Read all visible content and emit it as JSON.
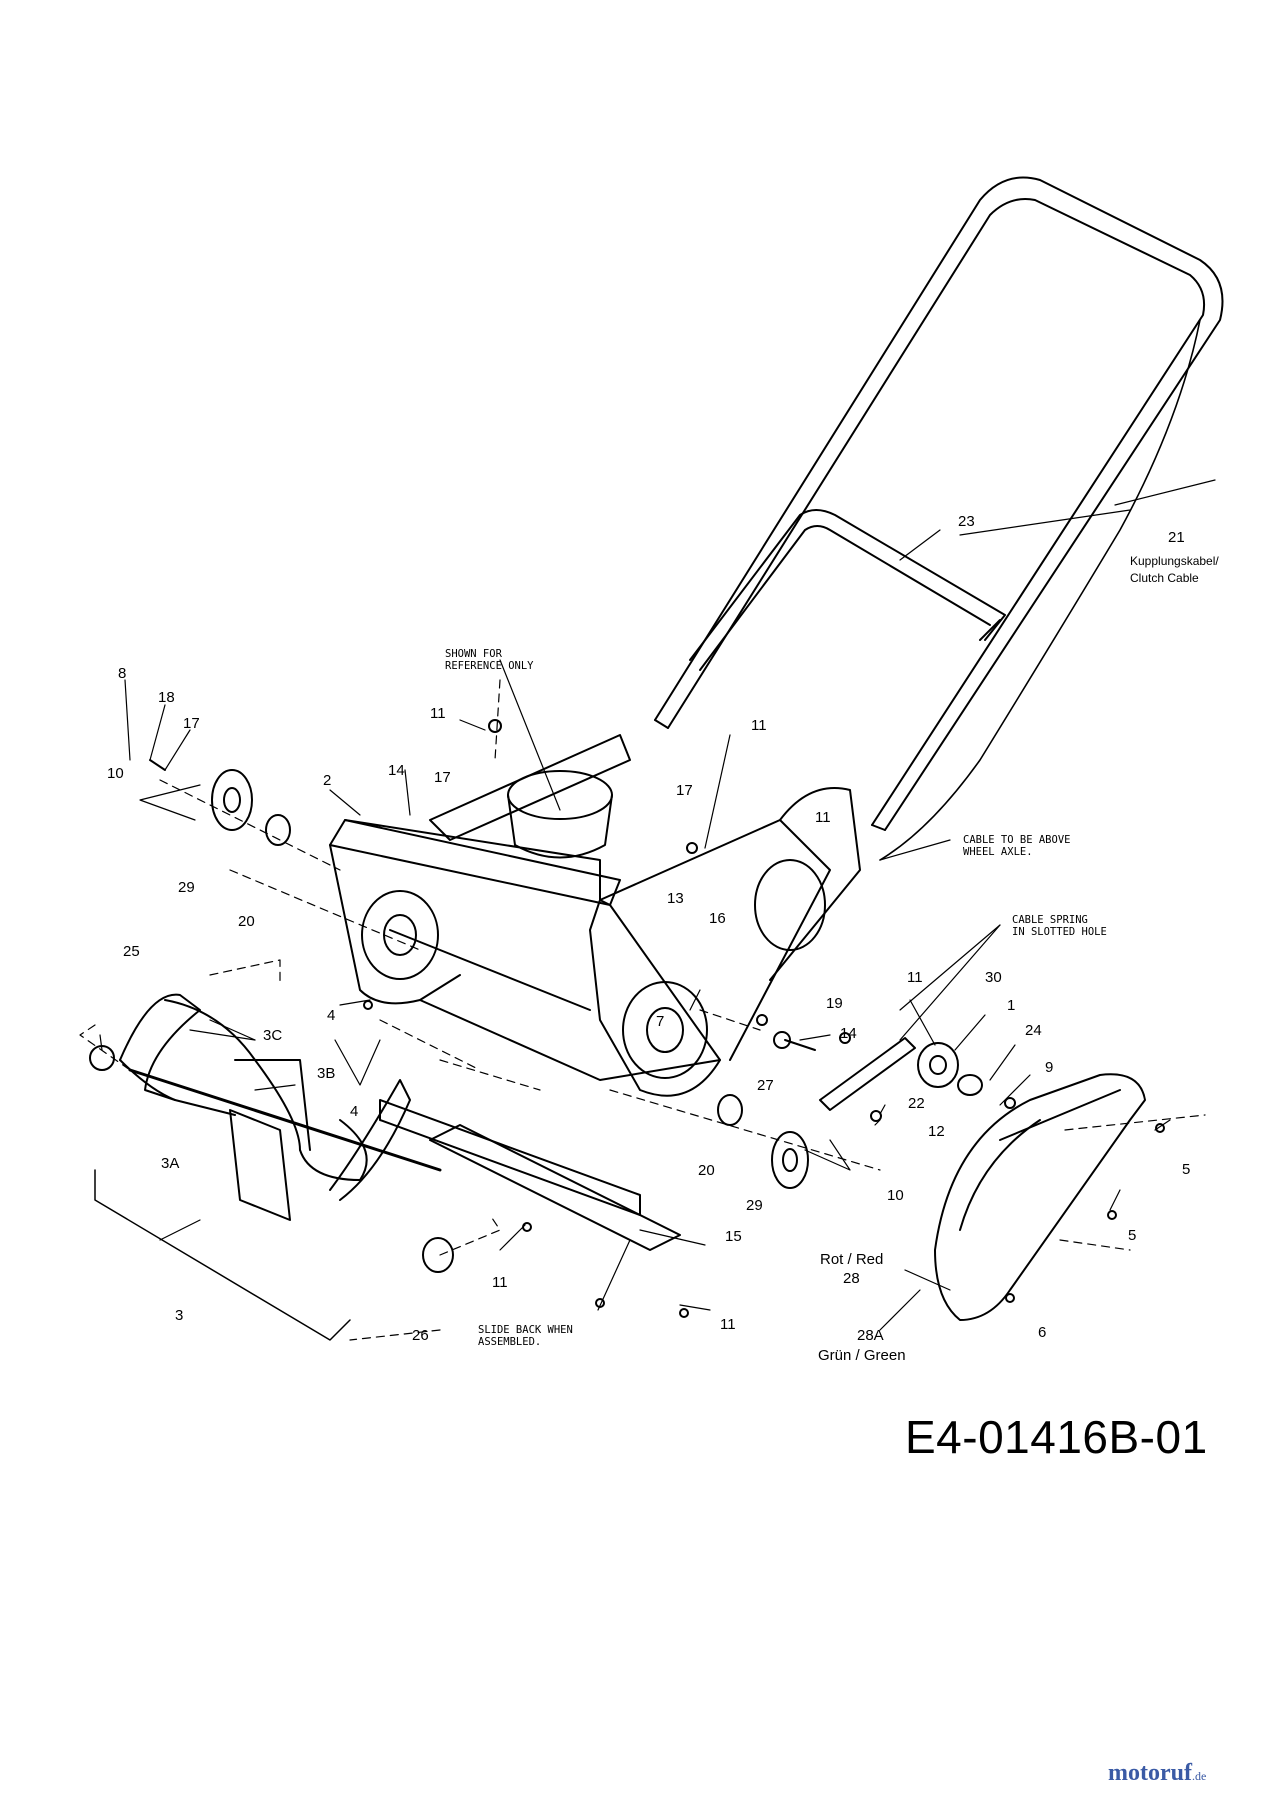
{
  "diagram": {
    "part_number": "E4-01416B-01",
    "watermark": {
      "brand_blue": "motoruf",
      "brand_accent": "",
      "domain_suffix": ".de"
    },
    "notes": {
      "shown_reference": [
        "SHOWN FOR",
        "REFERENCE ONLY"
      ],
      "cable_above": [
        "CABLE TO BE ABOVE",
        "WHEEL AXLE."
      ],
      "cable_spring": [
        "CABLE SPRING",
        "IN SLOTTED HOLE"
      ],
      "slide_back": [
        "SLIDE BACK WHEN",
        "ASSEMBLED."
      ],
      "clutch_cable": [
        "Kupplungskabel/",
        "Clutch Cable"
      ],
      "rot_red": "Rot / Red",
      "gruen_green": "Grün / Green"
    },
    "callouts": {
      "c8": "8",
      "c18": "18",
      "c17a": "17",
      "c10a": "10",
      "c29a": "29",
      "c20a": "20",
      "c2": "2",
      "c14a": "14",
      "c11a": "11",
      "c17b": "17",
      "c11b": "11",
      "c17c": "17",
      "c11c": "11",
      "c13": "13",
      "c16": "16",
      "c23": "23",
      "c21": "21",
      "c25": "25",
      "c3c": "3C",
      "c3b": "3B",
      "c3a": "3A",
      "c3": "3",
      "c4a": "4",
      "c4b": "4",
      "c7": "7",
      "c19": "19",
      "c27": "27",
      "c11d": "11",
      "c30": "30",
      "c1": "1",
      "c24": "24",
      "c14b": "14",
      "c9": "9",
      "c22": "22",
      "c12": "12",
      "c20b": "20",
      "c29b": "29",
      "c10b": "10",
      "c15": "15",
      "c11e": "11",
      "c11f": "11",
      "c26": "26",
      "c5a": "5",
      "c5b": "5",
      "c28": "28",
      "c28a": "28A",
      "c6": "6"
    }
  }
}
